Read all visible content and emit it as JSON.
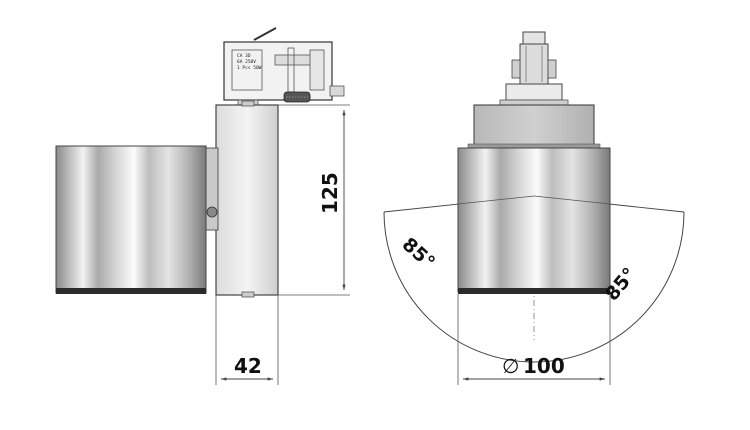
{
  "drawing": {
    "side_view": {
      "height_dim": "125",
      "width_dim": "42",
      "adapter_label_lines": [
        "CA 3D",
        "6A 250V",
        "1 Pcs 50W"
      ]
    },
    "front_view": {
      "diameter_symbol": "∅",
      "diameter_dim": "100",
      "beam_angle_left": "85°",
      "beam_angle_right": "85°"
    },
    "colors": {
      "line": "#333333",
      "metal_light": "#e9e9e9",
      "metal_dark": "#7d7d7d",
      "housing": "#c4c4c4"
    }
  }
}
